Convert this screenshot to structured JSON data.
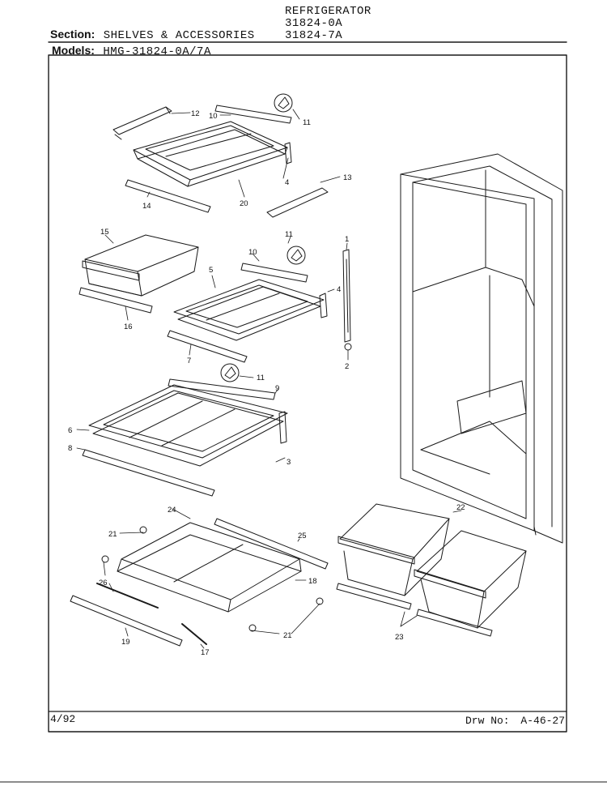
{
  "header": {
    "product": "REFRIGERATOR",
    "model_line_1": "31824-0A",
    "model_line_2": "31824-7A",
    "section_label": "Section:",
    "section_value": "SHELVES & ACCESSORIES",
    "models_label": "Models:",
    "models_value": "HMG-31824-0A/7A"
  },
  "footer": {
    "date": "4/92",
    "drawing_label": "Drw No:",
    "drawing_number": "A-46-27"
  },
  "callouts": {
    "c1": "1",
    "c2": "2",
    "c3": "3",
    "c4a": "4",
    "c4b": "4",
    "c5": "5",
    "c6": "6",
    "c7": "7",
    "c8": "8",
    "c9": "9",
    "c10a": "10",
    "c10b": "10",
    "c11a": "11",
    "c11b": "11",
    "c11c": "11",
    "c12": "12",
    "c13": "13",
    "c14": "14",
    "c15": "15",
    "c16": "16",
    "c17": "17",
    "c18": "18",
    "c19": "19",
    "c20": "20",
    "c21a": "21",
    "c21b": "21",
    "c22": "22",
    "c23": "23",
    "c24": "24",
    "c25": "25",
    "c26": "26"
  }
}
